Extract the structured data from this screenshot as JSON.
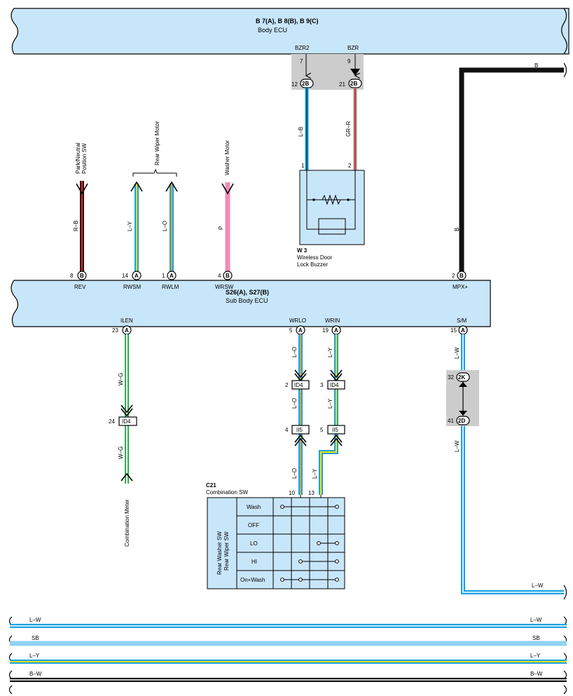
{
  "body_ecu": {
    "title": "B 7(A), B 8(B), B 9(C)",
    "subtitle": "Body ECU"
  },
  "sub_body_ecu": {
    "title": "S26(A), S27(B)",
    "subtitle": "Sub Body ECU"
  },
  "buzzer": {
    "code": "W 3",
    "name_line1": "Wireless Door",
    "name_line2": "Lock Buzzer",
    "pin1": "1",
    "pin2": "2"
  },
  "body_ecu_terminals": {
    "bzr2": {
      "name": "BZR2",
      "pin": "7"
    },
    "bzr": {
      "name": "BZR",
      "pin": "9"
    }
  },
  "connector_2b": {
    "letter": "2B",
    "pin_left": "12",
    "pin_right": "21",
    "wire_left": "L–B",
    "wire_right": "GR–R"
  },
  "top_terminals": [
    {
      "pin": "8",
      "conn": "B",
      "name": "REV",
      "wire": "R–B"
    },
    {
      "pin": "14",
      "conn": "A",
      "name": "RWSM",
      "wire": "L–Y"
    },
    {
      "pin": "1",
      "conn": "A",
      "name": "RWLM",
      "wire": "L–O"
    },
    {
      "pin": "4",
      "conn": "B",
      "name": "WRSW",
      "wire": "P"
    },
    {
      "pin": "2",
      "conn": "B",
      "name": "MPX+",
      "wire": "B"
    }
  ],
  "bottom_terminals": [
    {
      "pin": "23",
      "conn": "A",
      "name": "ILEN",
      "wire": "W–G"
    },
    {
      "pin": "5",
      "conn": "A",
      "name": "WRLO",
      "wire": "L–O"
    },
    {
      "pin": "19",
      "conn": "A",
      "name": "WRIN",
      "wire": "L–Y"
    },
    {
      "pin": "15",
      "conn": "A",
      "name": "S/M",
      "wire": "L–W"
    }
  ],
  "destinations": {
    "park_neutral_line1": "Park/Neutral",
    "park_neutral_line2": "Position SW",
    "rear_wiper_motor": "Rear Wiper Motor",
    "washer_motor": "Washer Motor",
    "combination_meter": "Combination Meter"
  },
  "id4": {
    "label": "ID4",
    "left_pin": "24",
    "wrlo_pin": "2",
    "wrin_pin": "3",
    "wire_below_left": "W–G",
    "wire_wrlo": "L–O",
    "wire_wrin": "L–Y"
  },
  "ii5": {
    "label": "II5",
    "wrlo_pin": "4",
    "wrin_pin": "5",
    "wire_wrlo": "L–O",
    "wire_wrin": "L–Y"
  },
  "connector_2k_2d": {
    "k_letter": "2K",
    "k_pin": "32",
    "d_letter": "2D",
    "d_pin": "41",
    "wire_below": "L–W"
  },
  "mpx_line": {
    "top_label": "B",
    "right_label_bottom": "L–W"
  },
  "combination_sw": {
    "code": "C21",
    "name": "Combination SW",
    "side_label1": "Rear Washer SW",
    "side_label2": "Rear Wiper SW",
    "pin_left": "10",
    "pin_right": "13",
    "rows": [
      "Wash",
      "OFF",
      "LO",
      "HI",
      "On+Wash"
    ]
  },
  "bus_lines": [
    {
      "label": "L–W",
      "color": "#1ba1e2",
      "stripe": "#ffffff"
    },
    {
      "label": "SB",
      "color": "#8fd2f0",
      "stripe": ""
    },
    {
      "label": "L–Y",
      "color": "#1ba1e2",
      "stripe": "#f4e000"
    },
    {
      "label": "B–W",
      "color": "#111111",
      "stripe": "#ffffff"
    }
  ],
  "colors": {
    "ecu_fill": "#c8e6fa",
    "connector_bg": "#cccccc",
    "blue": "#1ba1e2",
    "light_blue": "#8fd2f0",
    "yellow": "#f4e000",
    "orange": "#f5a623",
    "green": "#2ab24a",
    "red": "#e02020",
    "pink": "#f28cb8",
    "black": "#111111"
  }
}
